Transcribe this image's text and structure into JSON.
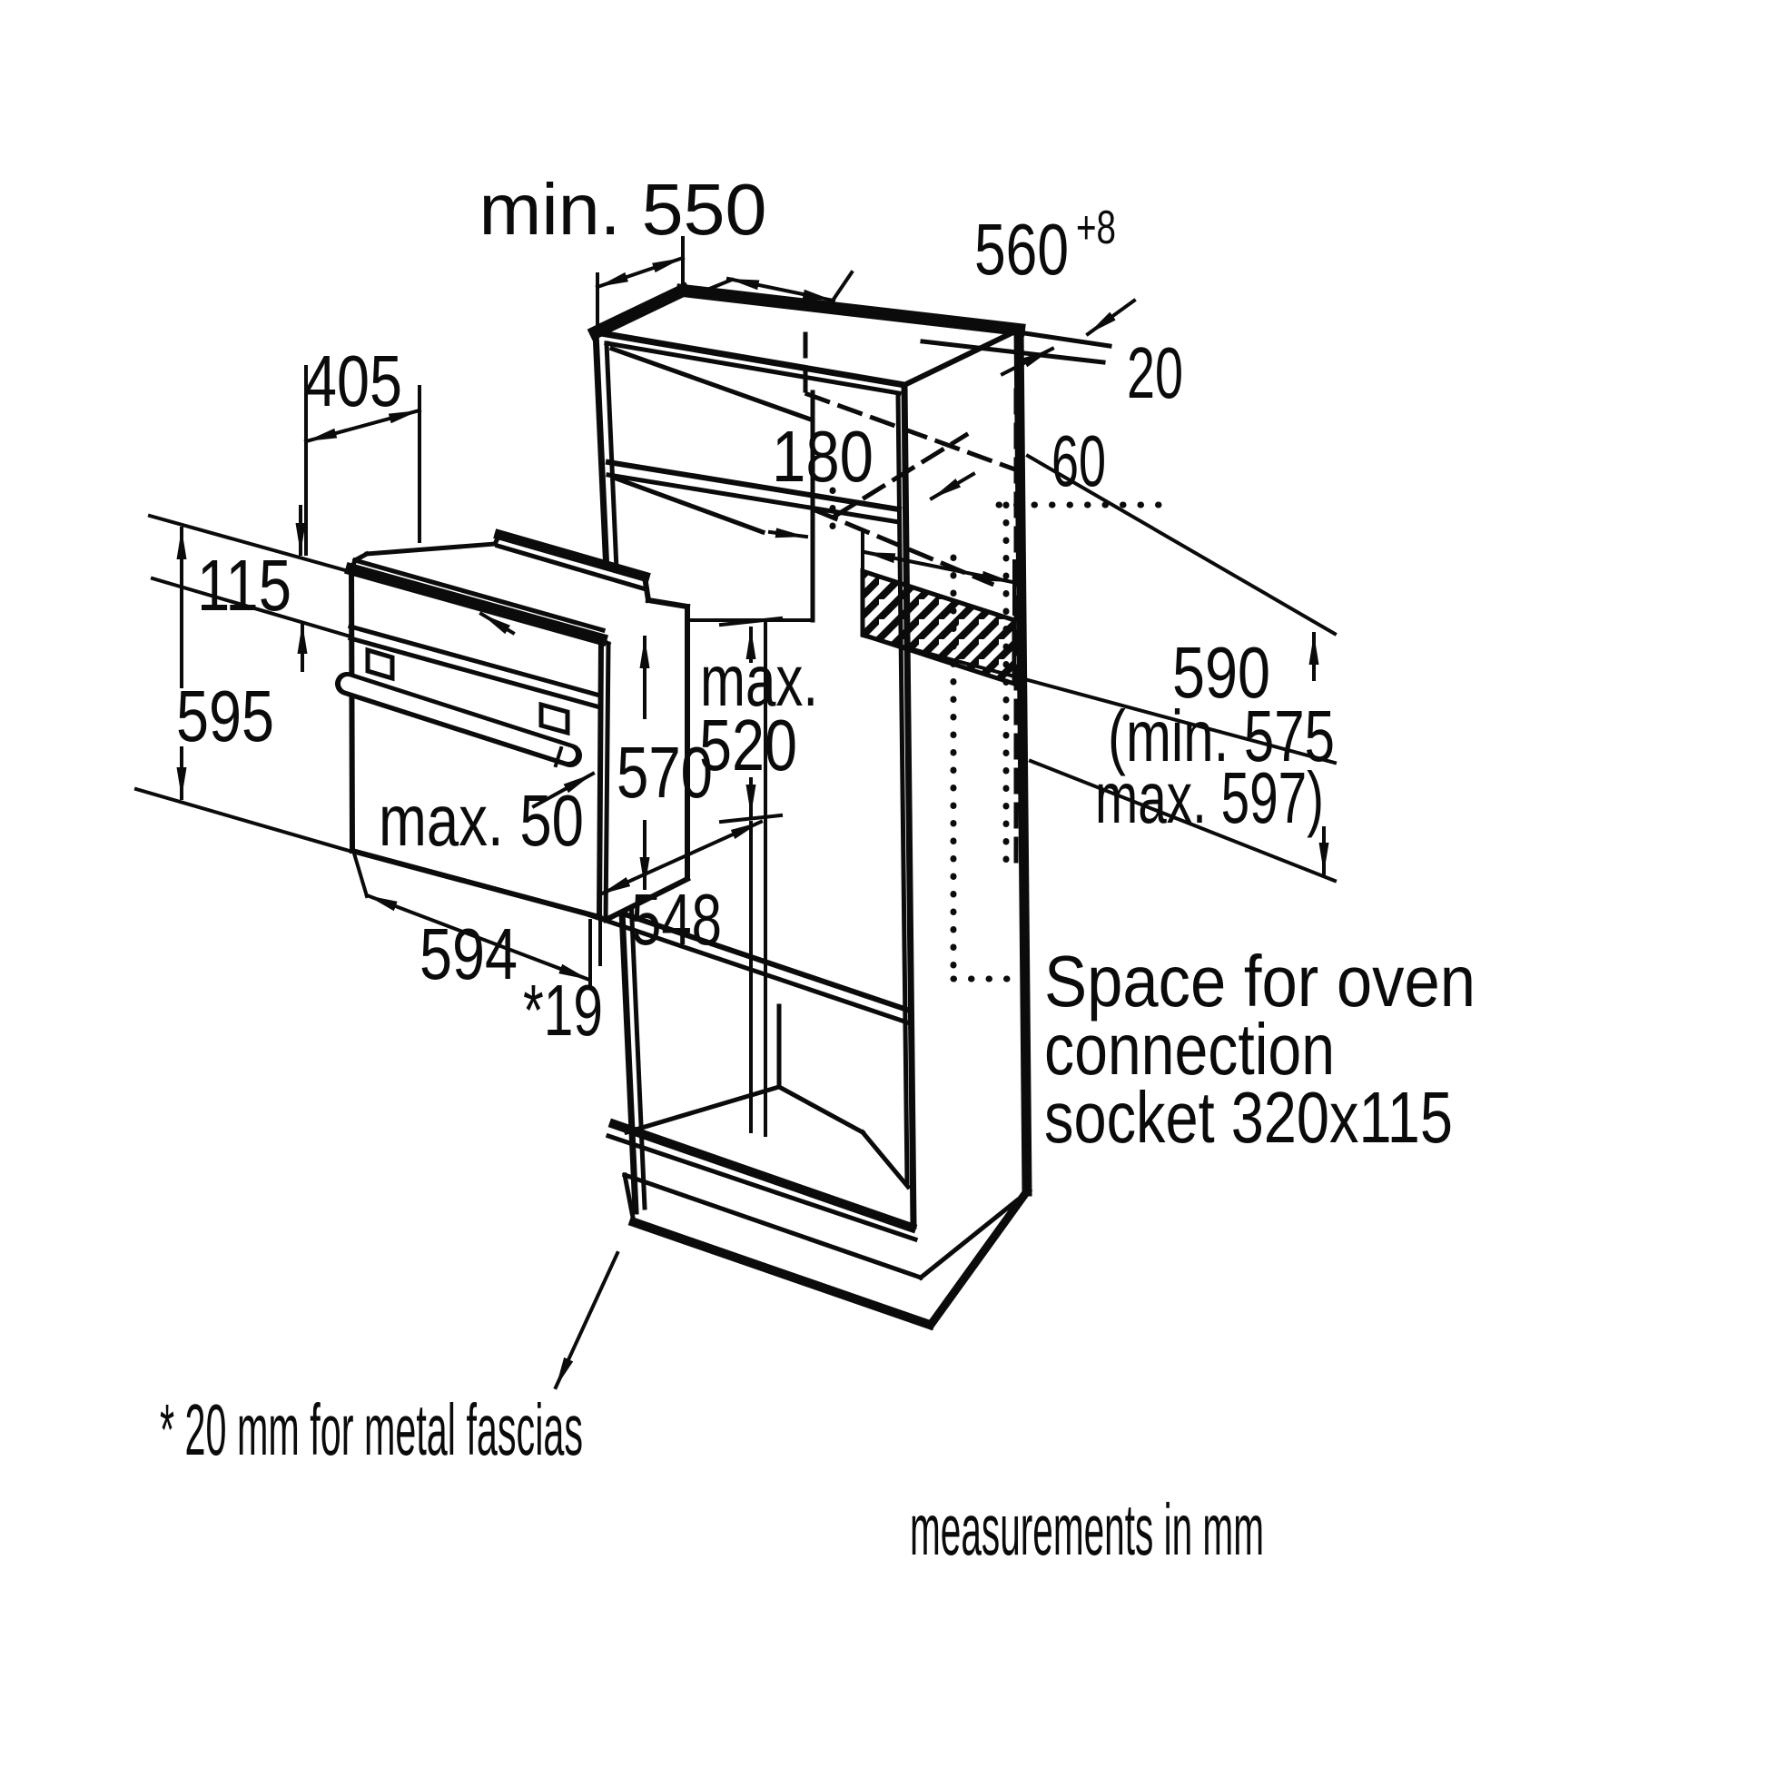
{
  "labels": {
    "niche_depth": "min. 550",
    "niche_width": "560",
    "niche_width_tol": "+8",
    "rear_panel_gap": "20",
    "service_gap": "60",
    "shelf_spacing": "180",
    "top_recess_depth": "405",
    "fascia_height": "115",
    "oven_front_height": "595",
    "fascia_protrusion": "max. 50",
    "body_height": "570",
    "max_depth_line1": "max.",
    "max_depth_line2": "520",
    "oven_width": "594",
    "body_depth": "548",
    "fascia_strip": "*19",
    "niche_height_line1": "590",
    "niche_height_line2": "(min. 575",
    "niche_height_line3": "max. 597)",
    "socket_note_line1": "Space for oven",
    "socket_note_line2": "connection",
    "socket_note_line3": "socket 320x115",
    "footnote": "* 20 mm for metal fascias",
    "units_note": "measurements in mm"
  },
  "colors": {
    "line": "#0b0b0b",
    "background": "#ffffff"
  }
}
